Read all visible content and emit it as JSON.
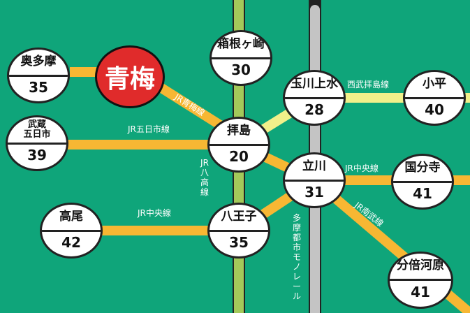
{
  "main_station": {
    "name": "青梅",
    "color": "#e02b2b"
  },
  "stations": {
    "okutama": {
      "name": "奥多摩",
      "time": "35"
    },
    "hakone": {
      "name": "箱根ヶ崎",
      "time": "30"
    },
    "itsuka": {
      "name": "武蔵\n五日市",
      "time": "39"
    },
    "haijima": {
      "name": "拝島",
      "time": "20"
    },
    "tamagawa": {
      "name": "玉川上水",
      "time": "28"
    },
    "kodaira": {
      "name": "小平",
      "time": "40"
    },
    "tachikawa": {
      "name": "立川",
      "time": "31"
    },
    "kokubunji": {
      "name": "国分寺",
      "time": "41"
    },
    "takao": {
      "name": "高尾",
      "time": "42"
    },
    "hachioji": {
      "name": "八王子",
      "time": "35"
    },
    "bubai": {
      "name": "分倍河原",
      "time": "41"
    }
  },
  "lines": {
    "ome": "JR青梅線",
    "itsukaichi": "JR五日市線",
    "chuo_west": "JR中央線",
    "chuo_east": "JR中央線",
    "nambu": "JR南武線",
    "seibu": "西武拝島線",
    "hachiko": "JR八高線",
    "monorail": "多摩都市モノレール"
  },
  "colors": {
    "background": "#0fa57a",
    "jr_line": "#f7b733",
    "seibu_line": "#f1f08a",
    "hachiko_line": "#a4c95a",
    "monorail_line": "#c4c4c4"
  }
}
